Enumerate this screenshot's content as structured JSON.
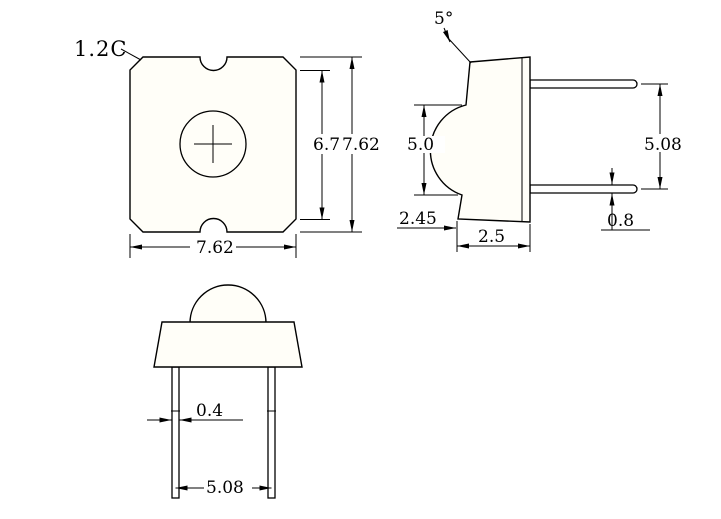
{
  "page": {
    "background": "#ffffff"
  },
  "drawing": {
    "kind": "mechanical-dimensional-drawing",
    "component": "LED package, three orthographic views",
    "colors": {
      "line": "#000000",
      "body_fill": "#fffef8",
      "paper": "#ffffff"
    },
    "views": {
      "top": {
        "labels": {
          "chamfer": "1.2C",
          "inner_height": "6.7",
          "overall_height": "7.62",
          "overall_width": "7.62"
        }
      },
      "side": {
        "labels": {
          "draft_angle": "5°",
          "dome_diameter": "5.0",
          "dome_offset": "2.45",
          "body_depth": "2.5",
          "pin_pitch": "5.08",
          "pin_thickness": "0.8"
        }
      },
      "front": {
        "labels": {
          "pin_width": "0.4",
          "pin_pitch": "5.08"
        }
      }
    }
  }
}
